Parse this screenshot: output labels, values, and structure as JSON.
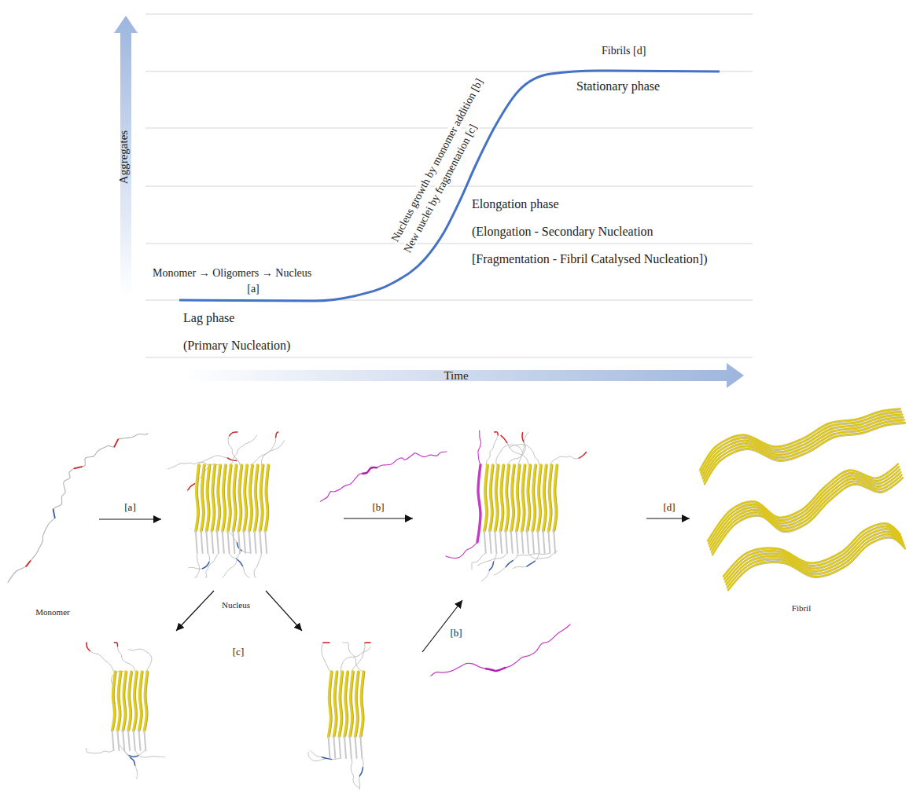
{
  "diagram": {
    "nodes": [
      {
        "text": [
          "Monomer"
        ]
      },
      {
        "text": [
          "Nucleus"
        ]
      },
      {
        "text": [
          "Fibril"
        ]
      }
    ],
    "edges": [
      {
        "from": 0,
        "to": 1,
        "arrow": "to",
        "label": "[a]"
      }
    ],
    "labels": [
      "Aggregates",
      "Time",
      "Monomer → Oligomers → Nucleus",
      "[a]",
      "Lag phase",
      "(Primary Nucleation)",
      "Nucleus growth by monomer addition [b]",
      "New nuclei by fragmentation [c]",
      "Elongation phase",
      "(Elongation - Secondary Nucleation",
      "[Fragmentation - Fibril Catalysed Nucleation])",
      "Fibrils [d]",
      "Stationary phase",
      "[b]",
      "[c]",
      "[b]",
      "[d]"
    ]
  }
}
